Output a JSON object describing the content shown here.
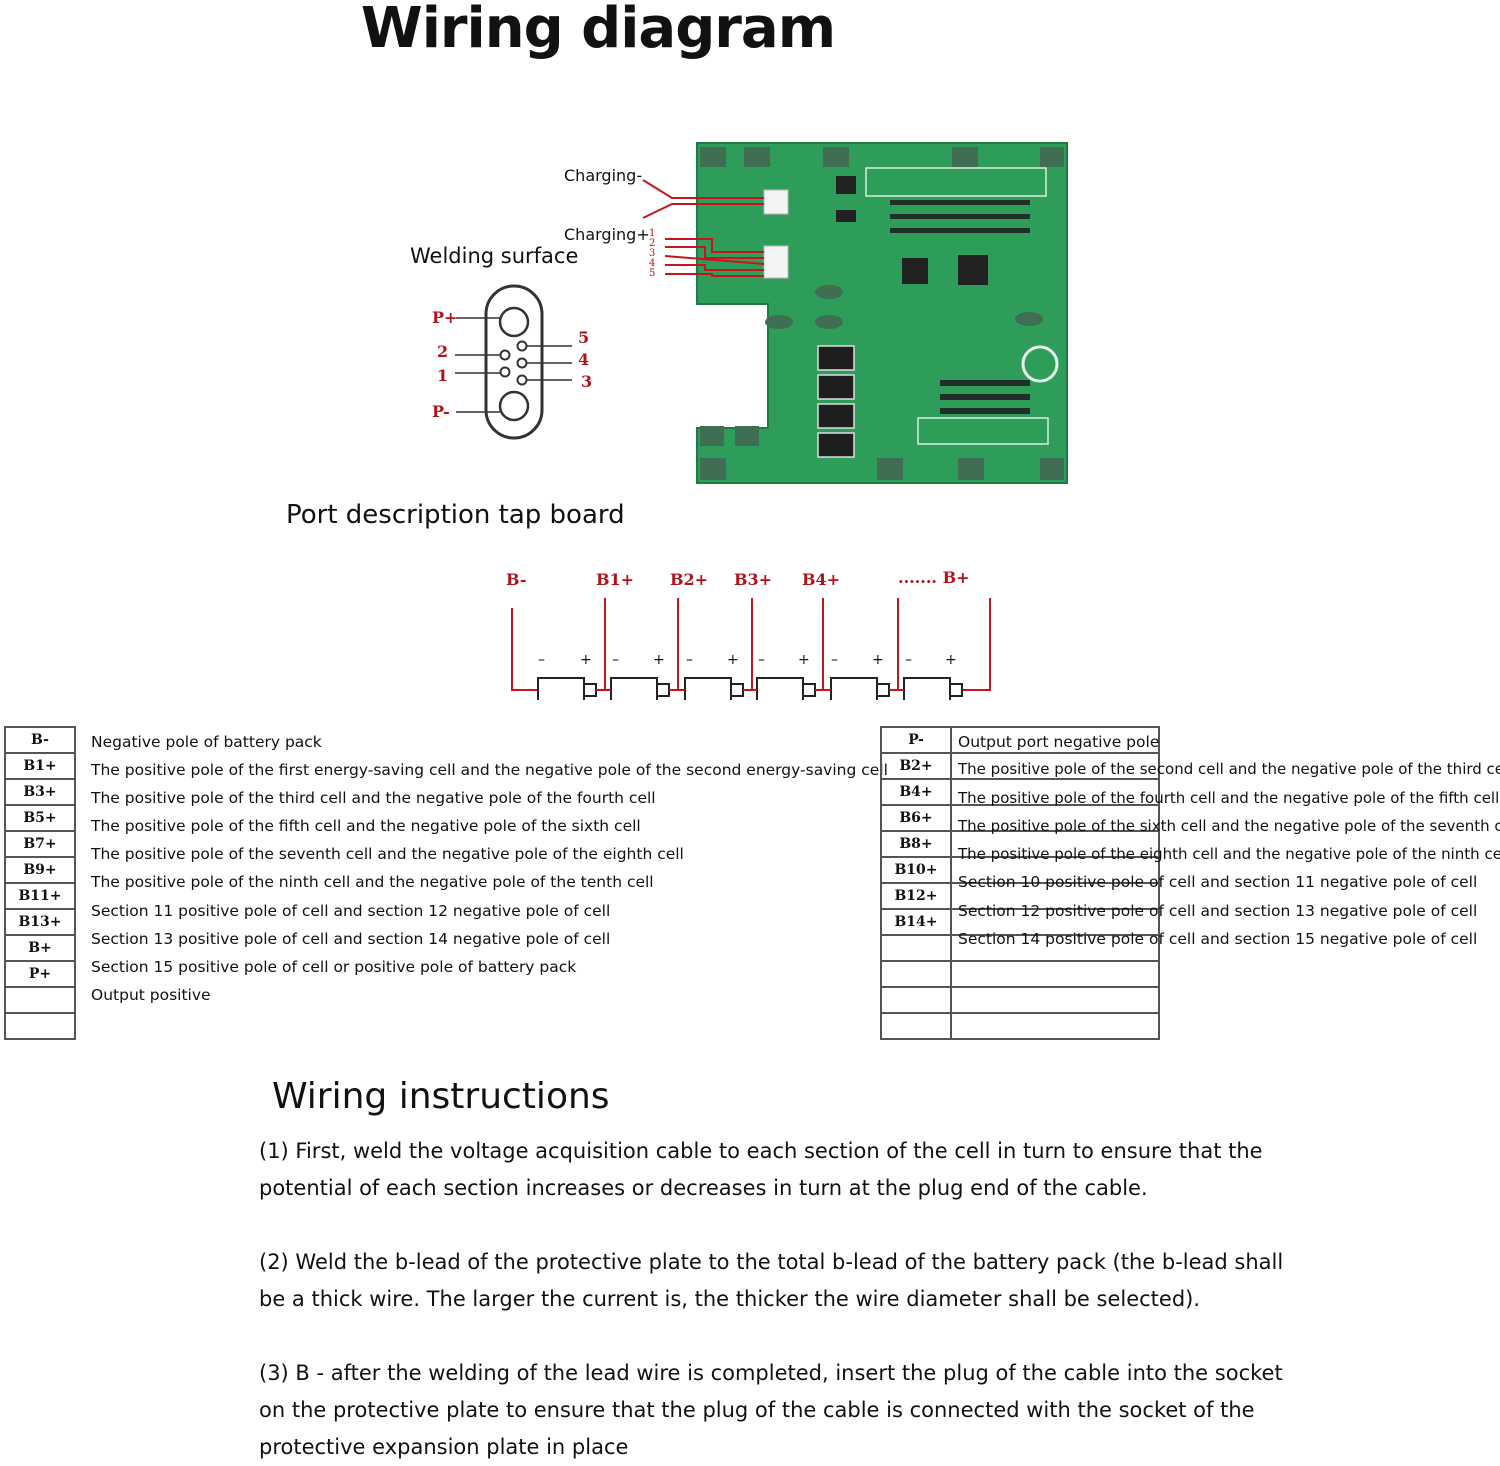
{
  "title": "Wiring diagram",
  "board_labels": {
    "charging_minus": "Charging-",
    "charging_plus": "Charging+",
    "pin_numbers": [
      "1",
      "2",
      "3",
      "4",
      "5"
    ],
    "welding_surface": "Welding surface"
  },
  "connector": {
    "p_plus": "P+",
    "p_minus": "P-",
    "pins_left": [
      "2",
      "1"
    ],
    "pins_right": [
      "5",
      "4",
      "3"
    ]
  },
  "tap_board_heading": "Port description tap board",
  "tap_labels": {
    "b_minus": "B-",
    "b1": "B1+",
    "b2": "B2+",
    "b3": "B3+",
    "b4": "B4+",
    "b_plus": "....... B+"
  },
  "cell_signs": {
    "minus": "–",
    "plus": "+"
  },
  "colors": {
    "wire_red": "#c8141c",
    "pcb_green": "#2e9d5a",
    "label_red": "#b3121a"
  },
  "left_table": [
    {
      "code": "B-",
      "desc": "Negative pole of battery pack"
    },
    {
      "code": "B1+",
      "desc": "The positive pole of the first energy-saving cell and the negative pole of the second energy-saving cell"
    },
    {
      "code": "B3+",
      "desc": "The positive pole of the third cell and the negative pole of the fourth cell"
    },
    {
      "code": "B5+",
      "desc": "The positive pole of the fifth cell and the negative pole of the sixth cell"
    },
    {
      "code": "B7+",
      "desc": "The positive pole of the seventh cell and the negative pole of the eighth cell"
    },
    {
      "code": "B9+",
      "desc": "The positive pole of the ninth cell and the negative pole of the tenth cell"
    },
    {
      "code": "B11+",
      "desc": "Section 11 positive pole of cell and section 12 negative pole of cell"
    },
    {
      "code": "B13+",
      "desc": "Section 13 positive pole of cell and section 14 negative pole of cell"
    },
    {
      "code": "B+",
      "desc": "Section 15 positive pole of cell or positive pole of battery pack"
    },
    {
      "code": "P+",
      "desc": "Output positive"
    },
    {
      "code": "",
      "desc": ""
    },
    {
      "code": "",
      "desc": ""
    }
  ],
  "right_table": [
    {
      "code": "P-",
      "desc": "Output port negative pole"
    },
    {
      "code": "B2+",
      "desc": "The positive pole of the second cell and the negative pole of the third cell"
    },
    {
      "code": "B4+",
      "desc": "The positive pole of the fourth cell and the negative pole of the fifth cell"
    },
    {
      "code": "B6+",
      "desc": "The positive pole of the sixth cell and the negative pole of the seventh cell"
    },
    {
      "code": "B8+",
      "desc": "The positive pole of the eighth cell and the negative pole of the ninth cell"
    },
    {
      "code": "B10+",
      "desc": "Section 10 positive pole of cell and section 11 negative pole of cell"
    },
    {
      "code": "B12+",
      "desc": "Section 12 positive pole of cell and section 13 negative pole of cell"
    },
    {
      "code": "B14+",
      "desc": "Section 14 positive pole of cell and section 15 negative pole of cell"
    },
    {
      "code": "",
      "desc": ""
    },
    {
      "code": "",
      "desc": ""
    },
    {
      "code": "",
      "desc": ""
    },
    {
      "code": "",
      "desc": ""
    }
  ],
  "instructions": {
    "heading": "Wiring instructions",
    "steps": [
      "(1) First, weld the voltage acquisition cable to each section of the cell in turn to ensure that the potential of each section increases or decreases in turn at the plug end of the cable.",
      "(2) Weld the b-lead of the protective plate to the total b-lead of the battery pack (the b-lead shall be a thick wire. The larger the current is, the thicker the wire diameter shall be selected).",
      "(3) B - after the welding of the lead wire is completed, insert the plug of the cable into the socket on the protective plate to ensure that the plug of the cable is connected with the socket of the protective expansion plate in place"
    ]
  }
}
